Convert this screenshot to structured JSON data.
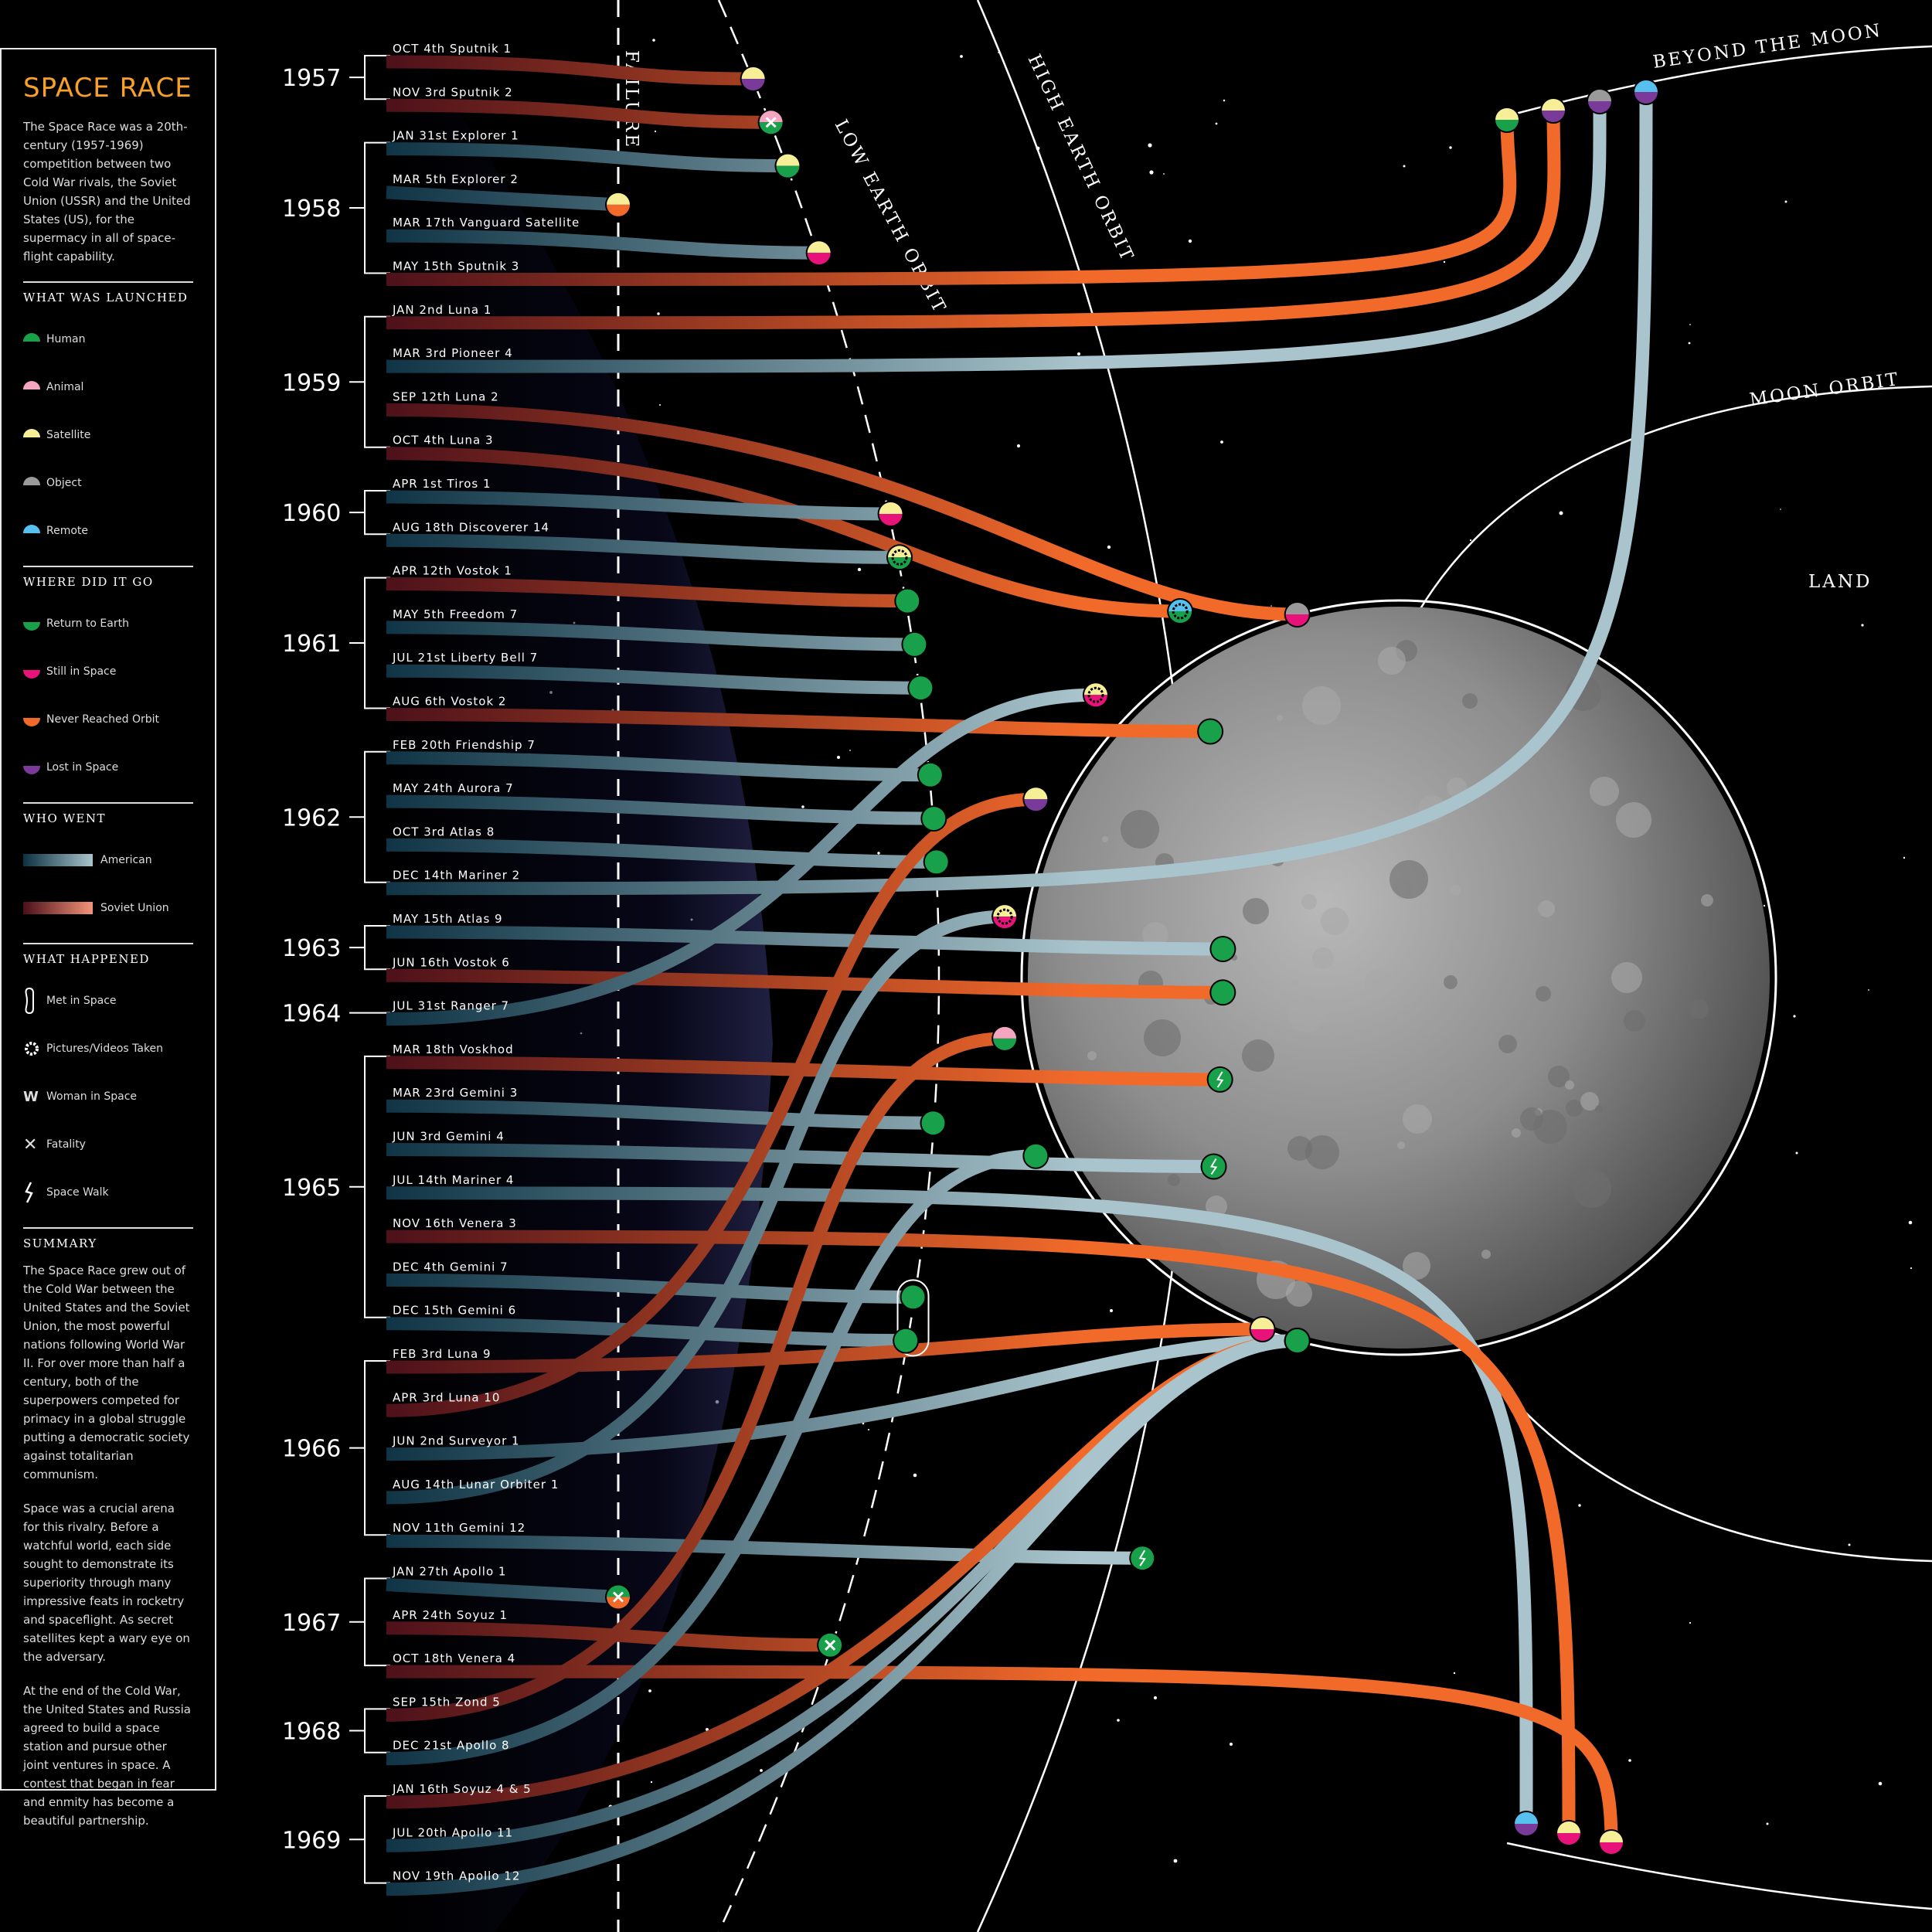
{
  "sidebar": {
    "title": "SPACE RACE",
    "intro": "The Space Race was a 20th-century (1957-1969) competition between two Cold War rivals, the Soviet Union (USSR) and the United States (US), for the supermacy in all of space-flight capability.",
    "sections": [
      {
        "heading": "WHAT WAS LAUNCHED",
        "items": [
          {
            "label": "Human",
            "color": "#18a04a"
          },
          {
            "label": "Animal",
            "color": "#f4a6c0"
          },
          {
            "label": "Satellite",
            "color": "#f6ef98"
          },
          {
            "label": "Object",
            "color": "#9a9a9a"
          },
          {
            "label": "Remote",
            "color": "#56c0ee"
          }
        ]
      },
      {
        "heading": "WHERE DID IT GO",
        "items": [
          {
            "label": "Return to Earth",
            "color": "#18a04a"
          },
          {
            "label": "Still in Space",
            "color": "#e8137a"
          },
          {
            "label": "Never Reached Orbit",
            "color": "#f26a2a"
          },
          {
            "label": "Lost in Space",
            "color": "#7a3a9a"
          }
        ]
      },
      {
        "heading": "WHO WENT",
        "items": [
          {
            "label": "American",
            "gradient": [
              "#0c3142",
              "#a9c4cc"
            ]
          },
          {
            "label": "Soviet Union",
            "gradient": [
              "#4a0f1a",
              "#f49478"
            ]
          }
        ]
      },
      {
        "heading": "WHAT HAPPENED",
        "items": [
          {
            "label": "Met in Space",
            "icon": "met-in-space-icon"
          },
          {
            "label": "Pictures/Videos Taken",
            "icon": "camera-icon"
          },
          {
            "label": "Woman in Space",
            "icon": "woman-icon"
          },
          {
            "label": "Fatality",
            "icon": "fatality-icon"
          },
          {
            "label": "Space Walk",
            "icon": "spacewalk-icon"
          }
        ]
      }
    ],
    "summary_heading": "SUMMARY",
    "summary": [
      "The Space Race grew out of the Cold War between the United States and the Soviet Union, the most powerful nations following World War II. For over more than half a century, both of the superpowers competed for primacy in a global struggle putting a democratic society against totalitarian communism.",
      "Space was a crucial arena for this rivalry. Before a watchful world, each side sought to demonstrate its superiority through many impressive feats in rocketry and spaceflight. As secret satellites kept a wary eye on the adversary.",
      "At the end of the Cold War, the United States and Russia agreed to build a space station and pursue other joint ventures in space. A contest that began in fear and enmity has become a beautiful partnership."
    ]
  },
  "orbits": {
    "failure": "FAILURE",
    "low": "LOW EARTH ORBIT",
    "high": "HIGH EARTH ORBIT",
    "moon": "MOON ORBIT",
    "land": "LAND",
    "beyond": "BEYOND THE MOON"
  },
  "colors": {
    "human": "#18a04a",
    "animal": "#f4a6c0",
    "satellite": "#f6ef98",
    "object": "#9a9a9a",
    "remote": "#56c0ee",
    "return": "#18a04a",
    "still": "#e8137a",
    "never": "#f26a2a",
    "lost": "#7a3a9a",
    "us_start": "#0c3142",
    "us_end": "#a9c4cc",
    "su_start": "#4a0f1a",
    "su_end": "#f26a2a"
  },
  "years": [
    {
      "year": "1957",
      "first": 0,
      "last": 1
    },
    {
      "year": "1958",
      "first": 2,
      "last": 5
    },
    {
      "year": "1959",
      "first": 6,
      "last": 9
    },
    {
      "year": "1960",
      "first": 10,
      "last": 11
    },
    {
      "year": "1961",
      "first": 12,
      "last": 15
    },
    {
      "year": "1962",
      "first": 16,
      "last": 19
    },
    {
      "year": "1963",
      "first": 20,
      "last": 21
    },
    {
      "year": "1964",
      "first": 22,
      "last": 22
    },
    {
      "year": "1965",
      "first": 23,
      "last": 29
    },
    {
      "year": "1966",
      "first": 30,
      "last": 34
    },
    {
      "year": "1967",
      "first": 35,
      "last": 37
    },
    {
      "year": "1968",
      "first": 38,
      "last": 39
    },
    {
      "year": "1969",
      "first": 40,
      "last": 42
    }
  ],
  "missions": [
    {
      "label": "OCT 4th Sputnik 1",
      "nation": "SU",
      "dest": "low",
      "payload": "satellite",
      "outcome": "lost"
    },
    {
      "label": "NOV 3rd Sputnik 2",
      "nation": "SU",
      "dest": "low",
      "payload": "animal",
      "outcome": "return",
      "event": "fatality"
    },
    {
      "label": "JAN 31st Explorer 1",
      "nation": "US",
      "dest": "low",
      "payload": "satellite",
      "outcome": "return"
    },
    {
      "label": "MAR 5th Explorer 2",
      "nation": "US",
      "dest": "failure",
      "payload": "satellite",
      "outcome": "never"
    },
    {
      "label": "MAR 17th Vanguard Satellite",
      "nation": "US",
      "dest": "low",
      "payload": "satellite",
      "outcome": "still"
    },
    {
      "label": "MAY 15th Sputnik 3",
      "nation": "SU",
      "dest": "beyond",
      "payload": "satellite",
      "outcome": "return"
    },
    {
      "label": "JAN 2nd Luna 1",
      "nation": "SU",
      "dest": "beyond",
      "payload": "satellite",
      "outcome": "lost"
    },
    {
      "label": "MAR 3rd Pioneer 4",
      "nation": "US",
      "dest": "beyond",
      "payload": "object",
      "outcome": "lost"
    },
    {
      "label": "SEP 12th Luna 2",
      "nation": "SU",
      "dest": "land",
      "payload": "object",
      "outcome": "still"
    },
    {
      "label": "OCT 4th Luna 3",
      "nation": "SU",
      "dest": "moon",
      "payload": "remote",
      "outcome": "return",
      "event": "camera"
    },
    {
      "label": "APR 1st Tiros 1",
      "nation": "US",
      "dest": "low",
      "payload": "satellite",
      "outcome": "still"
    },
    {
      "label": "AUG 18th Discoverer 14",
      "nation": "US",
      "dest": "low",
      "payload": "satellite",
      "outcome": "return",
      "event": "camera"
    },
    {
      "label": "APR 12th Vostok 1",
      "nation": "SU",
      "dest": "low",
      "payload": "human",
      "outcome": "return"
    },
    {
      "label": "MAY 5th Freedom 7",
      "nation": "US",
      "dest": "low",
      "payload": "human",
      "outcome": "return"
    },
    {
      "label": "JUL 21st Liberty Bell 7",
      "nation": "US",
      "dest": "low",
      "payload": "human",
      "outcome": "return"
    },
    {
      "label": "AUG 6th Vostok 2",
      "nation": "SU",
      "dest": "high",
      "payload": "human",
      "outcome": "return"
    },
    {
      "label": "FEB 20th Friendship 7",
      "nation": "US",
      "dest": "low",
      "payload": "human",
      "outcome": "return"
    },
    {
      "label": "MAY 24th Aurora 7",
      "nation": "US",
      "dest": "low",
      "payload": "human",
      "outcome": "return"
    },
    {
      "label": "OCT 3rd Atlas 8",
      "nation": "US",
      "dest": "low",
      "payload": "human",
      "outcome": "return"
    },
    {
      "label": "DEC 14th Mariner 2",
      "nation": "US",
      "dest": "beyond",
      "payload": "remote",
      "outcome": "lost"
    },
    {
      "label": "MAY 15th Atlas 9",
      "nation": "US",
      "dest": "high",
      "payload": "human",
      "outcome": "return"
    },
    {
      "label": "JUN 16th Vostok 6",
      "nation": "SU",
      "dest": "high",
      "payload": "human",
      "outcome": "return"
    },
    {
      "label": "JUL 31st Ranger 7",
      "nation": "US",
      "dest": "moon",
      "payload": "satellite",
      "outcome": "still",
      "event": "camera"
    },
    {
      "label": "MAR 18th Voskhod",
      "nation": "SU",
      "dest": "high",
      "payload": "human",
      "outcome": "return",
      "event": "spacewalk"
    },
    {
      "label": "MAR 23rd Gemini 3",
      "nation": "US",
      "dest": "low",
      "payload": "human",
      "outcome": "return"
    },
    {
      "label": "JUN 3rd Gemini 4",
      "nation": "US",
      "dest": "high",
      "payload": "human",
      "outcome": "return",
      "event": "spacewalk"
    },
    {
      "label": "JUL 14th Mariner 4",
      "nation": "US",
      "dest": "beyond",
      "payload": "remote",
      "outcome": "lost"
    },
    {
      "label": "NOV 16th Venera 3",
      "nation": "SU",
      "dest": "beyond",
      "payload": "satellite",
      "outcome": "still"
    },
    {
      "label": "DEC 4th Gemini 7",
      "nation": "US",
      "dest": "low",
      "payload": "human",
      "outcome": "return",
      "event": "met"
    },
    {
      "label": "DEC 15th Gemini 6",
      "nation": "US",
      "dest": "low",
      "payload": "human",
      "outcome": "return",
      "event": "met"
    },
    {
      "label": "FEB 3rd Luna 9",
      "nation": "SU",
      "dest": "land",
      "payload": "satellite",
      "outcome": "still"
    },
    {
      "label": "APR 3rd Luna 10",
      "nation": "SU",
      "dest": "moon",
      "payload": "satellite",
      "outcome": "lost"
    },
    {
      "label": "JUN 2nd Surveyor 1",
      "nation": "US",
      "dest": "land",
      "payload": "remote",
      "outcome": "still"
    },
    {
      "label": "AUG 14th Lunar Orbiter 1",
      "nation": "US",
      "dest": "moon",
      "payload": "satellite",
      "outcome": "still",
      "event": "camera"
    },
    {
      "label": "NOV 11th Gemini 12",
      "nation": "US",
      "dest": "high",
      "payload": "human",
      "outcome": "return",
      "event": "spacewalk"
    },
    {
      "label": "JAN 27th Apollo 1",
      "nation": "US",
      "dest": "failure",
      "payload": "human",
      "outcome": "never",
      "event": "fatality"
    },
    {
      "label": "APR 24th Soyuz 1",
      "nation": "SU",
      "dest": "low",
      "payload": "human",
      "outcome": "return",
      "event": "fatality"
    },
    {
      "label": "OCT 18th Venera 4",
      "nation": "SU",
      "dest": "beyond",
      "payload": "satellite",
      "outcome": "still"
    },
    {
      "label": "SEP 15th Zond 5",
      "nation": "SU",
      "dest": "moon",
      "payload": "animal",
      "outcome": "return"
    },
    {
      "label": "DEC 21st Apollo 8",
      "nation": "US",
      "dest": "moon",
      "payload": "human",
      "outcome": "return"
    },
    {
      "label": "JAN 16th Soyuz 4 & 5",
      "nation": "SU",
      "dest": "land",
      "payload": "remote",
      "outcome": "still"
    },
    {
      "label": "JUL 20th Apollo 11",
      "nation": "US",
      "dest": "land",
      "payload": "human",
      "outcome": "return"
    },
    {
      "label": "NOV 19th Apollo 12",
      "nation": "US",
      "dest": "land",
      "payload": "human",
      "outcome": "return"
    }
  ]
}
